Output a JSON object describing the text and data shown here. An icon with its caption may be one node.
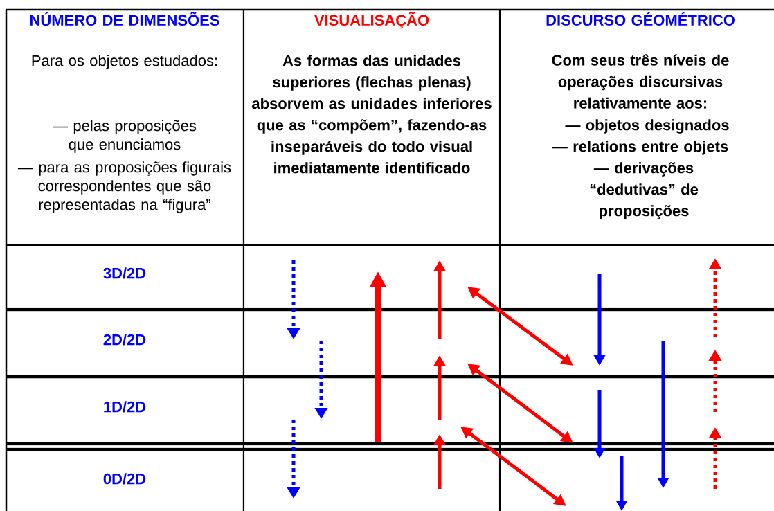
{
  "diagram": {
    "labels": [
      "NÚMERO DE DIMENSÕES",
      "Para os objetos estudados:",
      "— pelas proposições que enunciamos",
      "— para as proposições figurais correspondentes que são representadas na “figura”",
      "VISUALISAÇÃO",
      "As formas das unidades superiores (flechas plenas) absorvem as unidades inferiores que as “compõem”, fazendo-as inseparáveis do todo visual imediatamente identificado",
      "DISCURSO GÉOMÉTRICO",
      "Com seus três níveis de operações discursivas relativamente aos:",
      "— objetos designados",
      "— relations entre objets",
      "— derivações “dedutivas” de proposições",
      "3D/2D",
      "2D/2D",
      "1D/2D",
      "0D/2D"
    ]
  }
}
